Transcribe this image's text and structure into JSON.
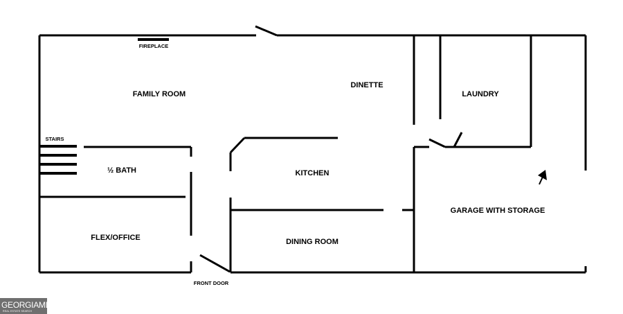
{
  "rooms": {
    "family_room": "FAMILY ROOM",
    "dinette": "DINETTE",
    "laundry": "LAUNDRY",
    "half_bath": "½ BATH",
    "kitchen": "KITCHEN",
    "garage": "GARAGE WITH STORAGE",
    "flex_office": "FLEX/OFFICE",
    "dining_room": "DINING ROOM"
  },
  "labels": {
    "fireplace": "FIREPLACE",
    "stairs": "STAIRS",
    "front_door": "FRONT DOOR"
  },
  "watermark": {
    "brand": "GEORGIAMLS",
    "tagline": "REAL ESTATE SEARCH"
  },
  "colors": {
    "line": "#000000",
    "background": "#ffffff",
    "watermark_bg": "#6f6f6f"
  }
}
